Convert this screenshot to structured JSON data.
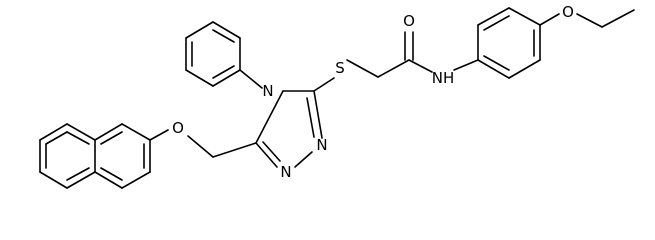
{
  "molecule": {
    "atoms": {
      "O_carbonyl": "O",
      "NH_amide": "NH",
      "O_ethoxy": "O",
      "S_thioether": "S",
      "N4_triazole": "N",
      "N1_triazole": "N",
      "N2_triazole": "N",
      "O_ether": "O"
    }
  }
}
